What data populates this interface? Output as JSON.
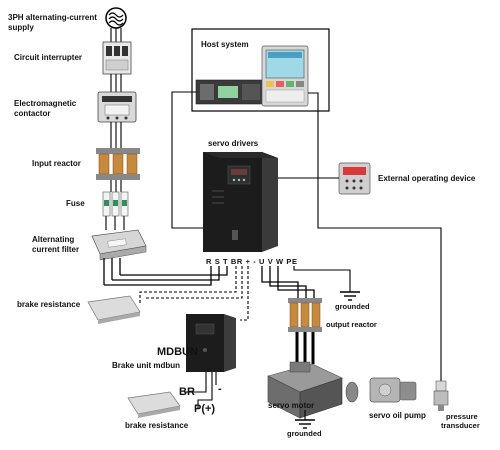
{
  "labels": {
    "supply": [
      "3PH alternating-current",
      "supply"
    ],
    "circuit_interrupter": "Circuit interrupter",
    "contactor": [
      "Electromagnetic",
      "contactor"
    ],
    "input_reactor": "Input reactor",
    "fuse": "Fuse",
    "filter": [
      "Alternating",
      "current filter"
    ],
    "brake_resistance_1": "brake resistance",
    "brake_resistance_2": "brake resistance",
    "host_system": "Host system",
    "servo_drivers": "servo drivers",
    "external_device": "External operating device",
    "terminals": "R S T BR + - U V W PE",
    "grounded_1": "grounded",
    "grounded_2": "grounded",
    "output_reactor": "output reactor",
    "mdbun": "MDBUN",
    "brake_unit": "Brake unit mdbun",
    "br": "BR",
    "p_plus": "P(+)",
    "minus": "-",
    "servo_motor": "servo motor",
    "servo_oil_pump": "servo oil pump",
    "pressure_transducer": [
      "pressure",
      "transducer"
    ]
  },
  "icons": {
    "supply": "ac-supply-icon",
    "breaker": "circuit-breaker-icon",
    "contactor": "contactor-icon",
    "reactor": "reactor-icon",
    "fuse": "fuse-icon",
    "filter": "filter-icon",
    "resistor": "brake-resistor-icon",
    "host": "host-controller-icon",
    "drive": "servo-drive-icon",
    "keypad": "keypad-icon",
    "brake_unit": "brake-unit-icon",
    "motor": "servo-motor-icon",
    "pump": "oil-pump-icon",
    "transducer": "pressure-transducer-icon",
    "ground": "ground-icon"
  },
  "colors": {
    "reactor_coil": "#c8893a",
    "fuse_accent": "#2f8f5a",
    "screen_green": "#8fd3a0",
    "keypad_red": "#d63a3a",
    "device_dark": "#1c1c1c"
  }
}
